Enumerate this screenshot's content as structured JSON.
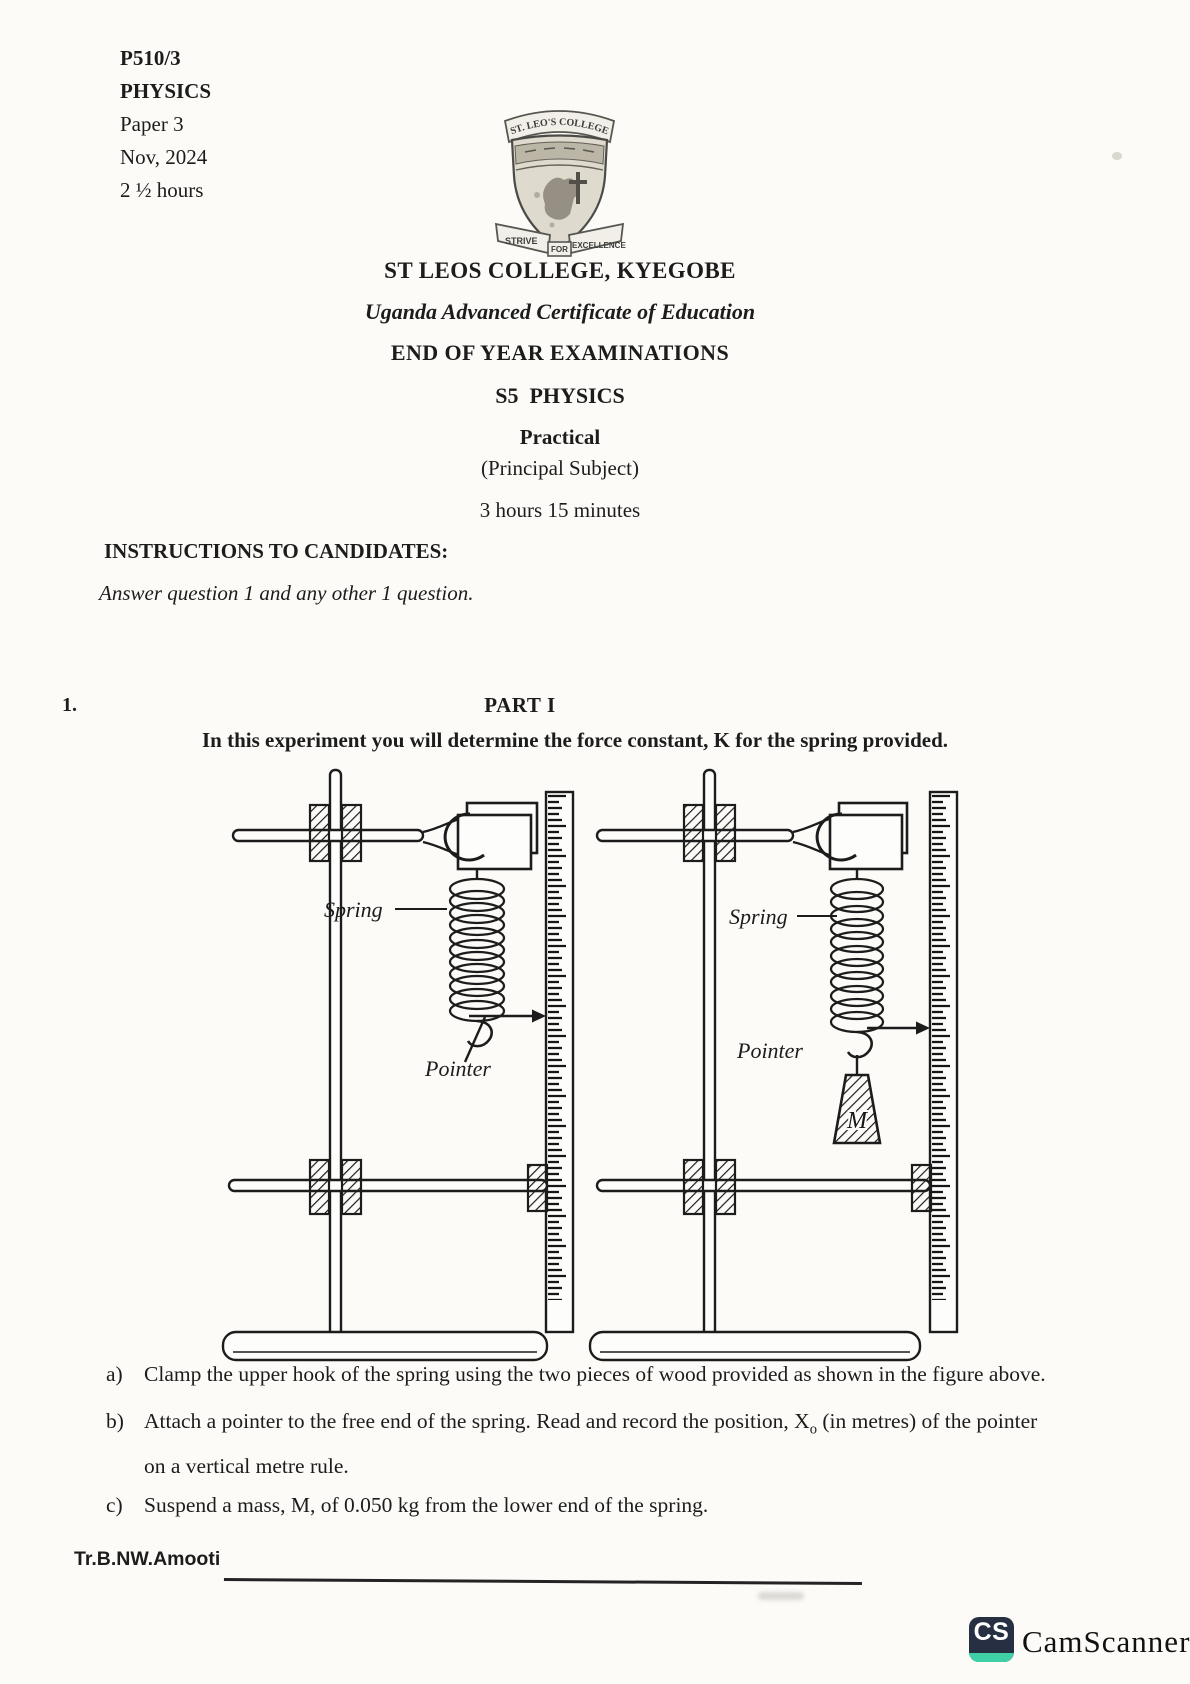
{
  "header": {
    "code": "P510/3",
    "subject": "PHYSICS",
    "paper": "Paper 3",
    "date": "Nov, 2024",
    "duration": "2 ½ hours"
  },
  "crest": {
    "top_banner": "ST. LEO'S COLLEGE",
    "motto_left": "STRIVE",
    "motto_mid": "FOR",
    "motto_right": "EXCELLENCE"
  },
  "title_block": {
    "college": "ST LEOS COLLEGE, KYEGOBE",
    "certificate": "Uganda Advanced Certificate of Education",
    "exam": "END OF YEAR EXAMINATIONS",
    "class_subject": "S5  PHYSICS",
    "paper_type": "Practical",
    "subject_status": "(Principal Subject)",
    "duration": "3 hours 15 minutes"
  },
  "instructions": {
    "heading": "INSTRUCTIONS TO CANDIDATES:",
    "body": "Answer question 1 and any other 1 question."
  },
  "question": {
    "number": "1.",
    "part_heading": "PART I",
    "intro": "In this experiment you will determine the force constant, K for the spring provided.",
    "steps": [
      {
        "label": "a)",
        "text1": "Clamp the upper hook of the spring using the two pieces of wood provided as shown in the figure above.",
        "sub": "",
        "text2": ""
      },
      {
        "label": "b)",
        "text1": "Attach a pointer to the free end of the spring. Read and record the position, X",
        "sub": "o",
        "text2": " (in metres) of the pointer on a vertical metre rule.",
        "": ""
      },
      {
        "label": "c)",
        "text1": "Suspend a mass, M, of 0.050 kg from the lower end of the spring.",
        "sub": "",
        "text2": ""
      }
    ]
  },
  "figure": {
    "left": {
      "spring_label": "Spring",
      "pointer_label": "Pointer"
    },
    "right": {
      "spring_label": "Spring",
      "pointer_label": "Pointer",
      "mass_label": "M"
    }
  },
  "footer": {
    "teacher": "Tr.B.NW.Amooti"
  },
  "camscanner": {
    "initials": "CS",
    "name": "CamScanner",
    "icon_bg": "#273043",
    "icon_accent": "#3fd0a8"
  }
}
